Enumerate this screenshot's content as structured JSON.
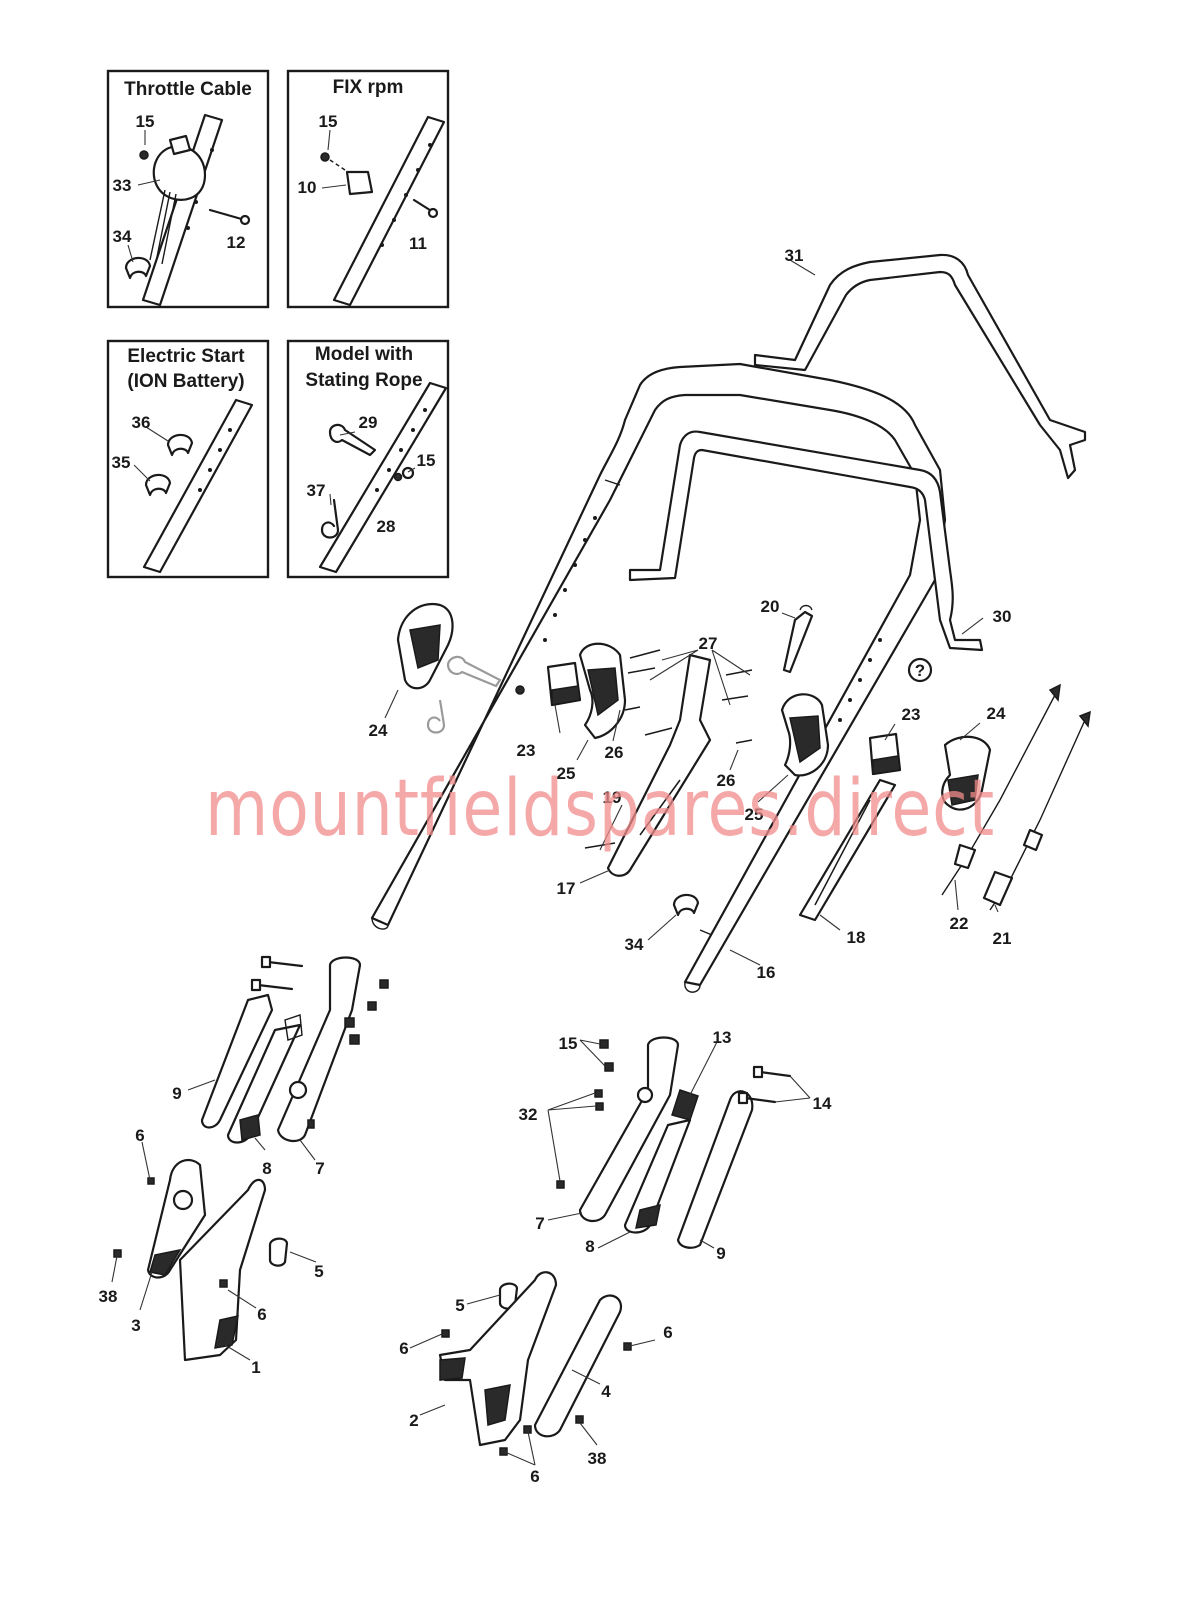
{
  "insets": [
    {
      "title_lines": [
        "Throttle Cable"
      ]
    },
    {
      "title_lines": [
        "FIX rpm"
      ]
    },
    {
      "title_lines": [
        "Electric Start",
        "(ION Battery)"
      ]
    },
    {
      "title_lines": [
        "Model with",
        "Stating Rope"
      ]
    }
  ],
  "callouts": [
    "15",
    "33",
    "34",
    "12",
    "15",
    "10",
    "11",
    "36",
    "35",
    "29",
    "37",
    "15",
    "28",
    "31",
    "30",
    "20",
    "27",
    "24",
    "23",
    "25",
    "26",
    "26",
    "25",
    "23",
    "24",
    "19",
    "17",
    "22",
    "21",
    "18",
    "34",
    "16",
    "9",
    "8",
    "7",
    "6",
    "38",
    "3",
    "5",
    "6",
    "1",
    "15",
    "13",
    "14",
    "32",
    "7",
    "8",
    "9",
    "5",
    "6",
    "6",
    "4",
    "2",
    "38",
    "6"
  ],
  "question_mark": "?",
  "watermark": "mountfieldspares.direct"
}
